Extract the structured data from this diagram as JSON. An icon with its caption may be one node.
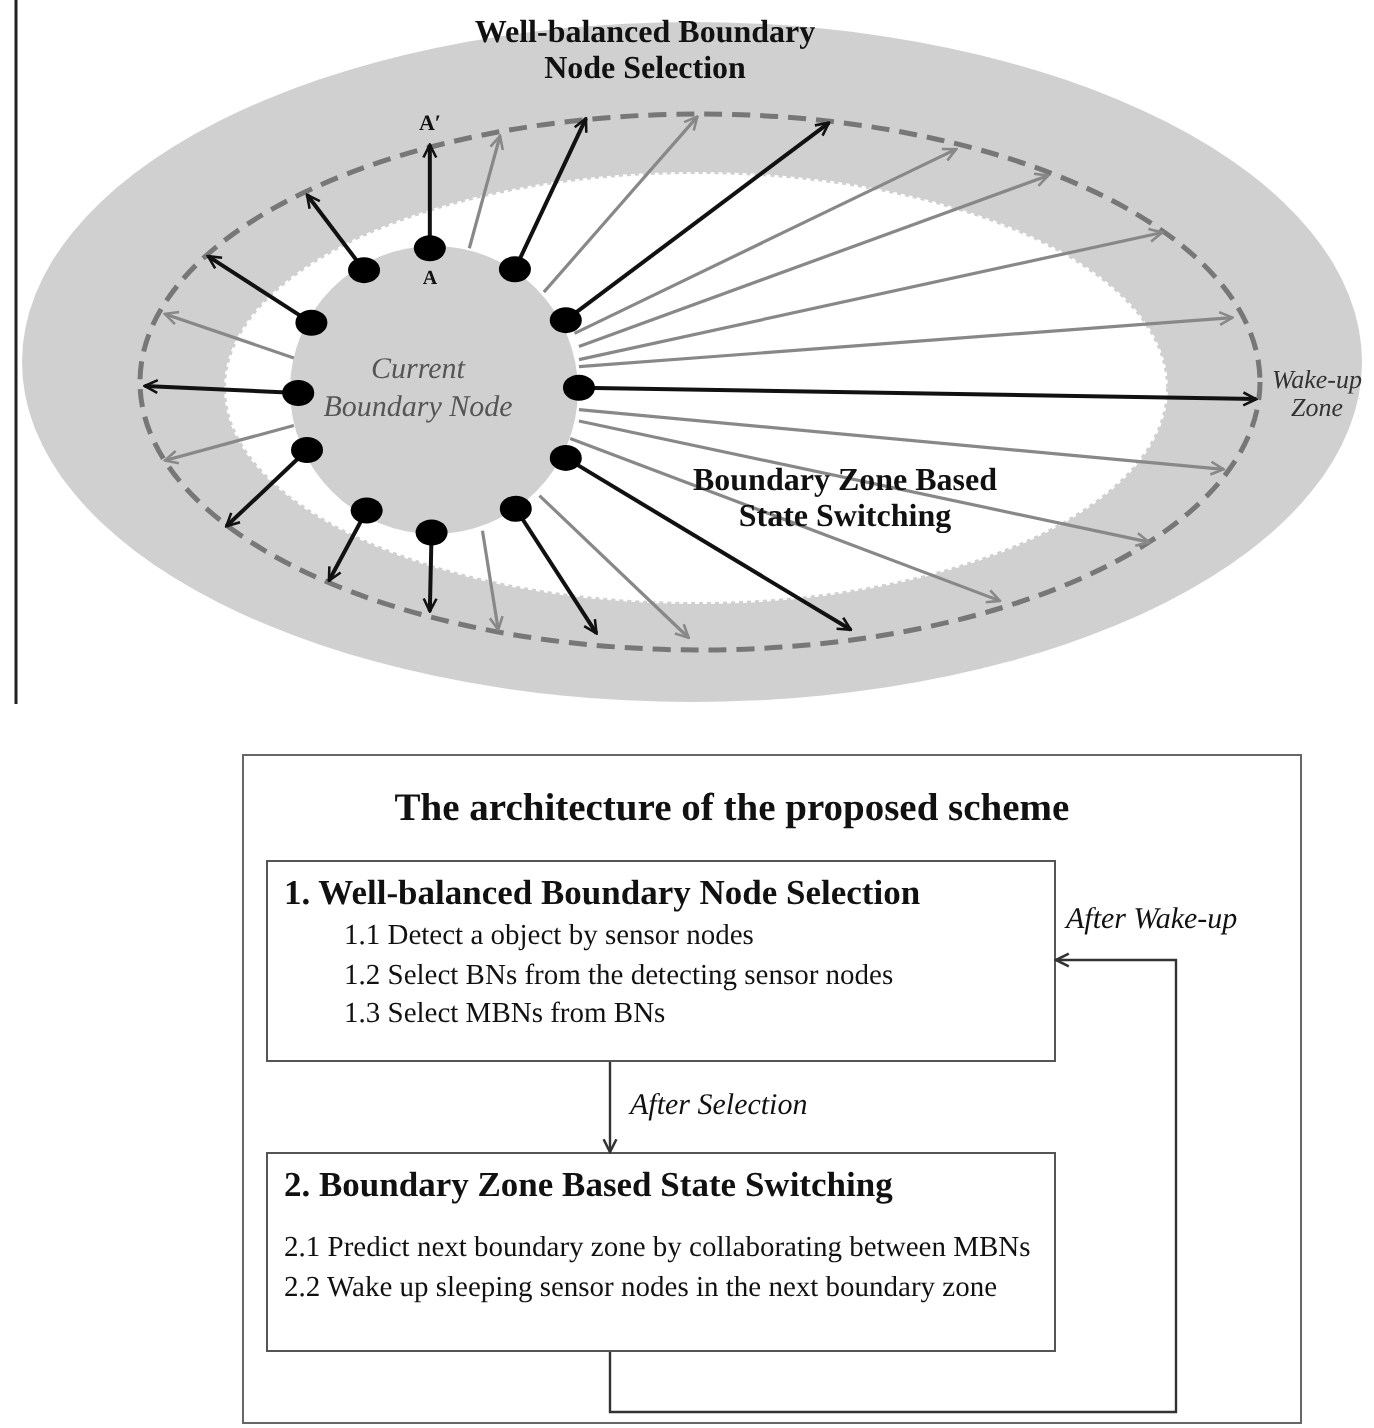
{
  "diagram": {
    "nodes": [
      {
        "text": [
          "Current Boundary Node"
        ]
      },
      {
        "text": [
          "The architecture of the proposed scheme"
        ]
      },
      {
        "text": [
          "1. Well-balanced Boundary Node Selection",
          "1.1 Detect a object by sensor nodes",
          "1.2 Select BNs from the detecting sensor nodes",
          "1.3 Select MBNs from BNs"
        ],
        "in": 1
      },
      {
        "text": [
          "2. Boundary Zone Based State Switching",
          "2.1 Predict next boundary zone by collaborating between MBNs",
          "2.2 Wake up sleeping sensor nodes in the next boundary zone"
        ],
        "in": 1
      }
    ],
    "edges": [
      {
        "from": 2,
        "to": 3,
        "arrow": "to",
        "label": "After Selection"
      },
      {
        "from": 3,
        "to": 2,
        "arrow": "to",
        "label": "After Wake-up"
      }
    ],
    "labels": [
      "Well-balanced Boundary Node Selection",
      "A′",
      "A",
      "Wake-up Zone",
      "Boundary Zone Based State Switching"
    ]
  }
}
